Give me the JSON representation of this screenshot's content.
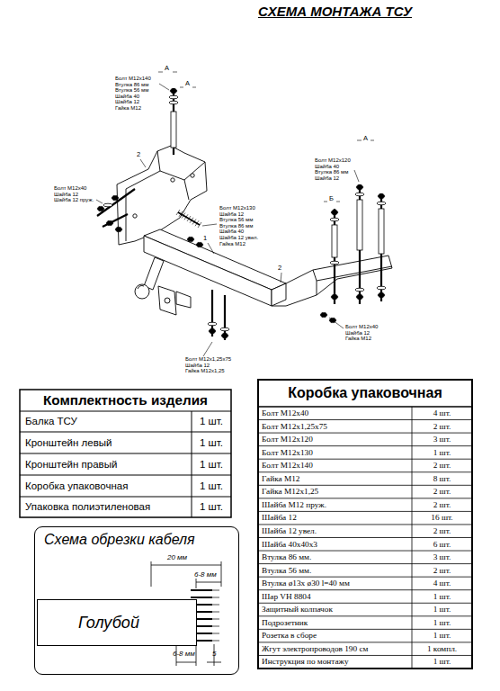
{
  "diagram": {
    "title": "СХЕМА МОНТАЖА ТСУ",
    "nodes": [
      {
        "text": [
          "Схема обрезки кабеля"
        ]
      },
      {
        "text": [
          "Голубой"
        ],
        "in": 0
      }
    ],
    "labels": [
      "Болт M12x140",
      "Втулка 86 мм",
      "Втулка 56 мм",
      "Шайба 40",
      "Шайба 12",
      "Гайка M12",
      "А",
      "А",
      "2",
      "Болт M12x40",
      "Шайба 12",
      "Шайба 12 пруж.",
      "Болт M12x130",
      "Шайба 12",
      "Втулка 56 мм",
      "Втулка 86 мм",
      "Шайба 40",
      "Шайба 12 увел.",
      "Гайка M12",
      "1",
      "2",
      "Болт M12x120",
      "Шайба 40",
      "Втулка 86 мм",
      "Шайба 12",
      "А",
      "Б",
      "Болт M12x40",
      "Шайба 12",
      "Гайка M12",
      "Болт M12x1,25x75",
      "Шайба 12",
      "Гайка M12x1,25",
      "Комплектность изделия",
      "Балка ТСУ",
      "1 шт.",
      "Кронштейн левый",
      "1 шт.",
      "Кронштейн правый",
      "1 шт.",
      "Коробка упаковочная",
      "1 шт.",
      "Упаковка полиэтиленовая",
      "1 шт.",
      "Коробка упаковочная",
      "Болт M12x40",
      "4 шт.",
      "Болт M12x1,25x75",
      "2 шт.",
      "Болт M12x120",
      "3 шт.",
      "Болт M12x130",
      "1 шт.",
      "Болт M12x140",
      "2 шт.",
      "Гайка M12",
      "8 шт.",
      "Гайка M12x1,25",
      "2 шт.",
      "Шайба M12 пруж.",
      "2 шт.",
      "Шайба 12",
      "16 шт.",
      "Шайба 12 увел.",
      "2 шт.",
      "Шайба 40x40x3",
      "6 шт.",
      "Втулка 86 мм.",
      "3 шт.",
      "Втулка 56 мм.",
      "2 шт.",
      "Втулка ø13x ø30  l=40 мм",
      "4 шт.",
      "Шар VH 8804",
      "1 шт.",
      "Защитный колпачок",
      "1 шт.",
      "Подрозетник",
      "1 шт.",
      "Розетка в сборе",
      "1 шт.",
      "Жгут электропроводов 190 см",
      "1 компл.",
      "Инструкция по монтажу",
      "1 шт.",
      "20 мм",
      "6-8 мм",
      "6-8 мм",
      "5"
    ]
  }
}
